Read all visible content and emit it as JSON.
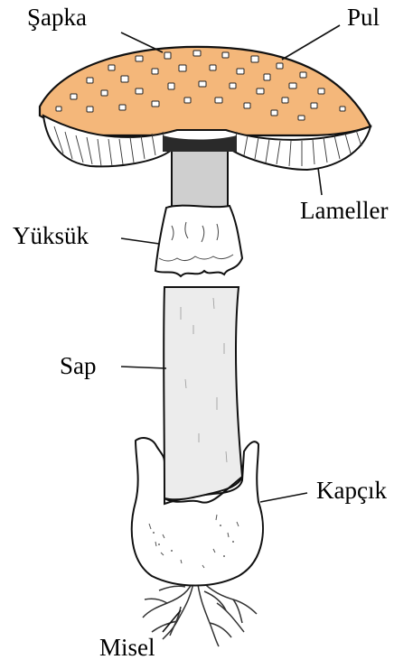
{
  "labels": {
    "sapka": "Şapka",
    "pul": "Pul",
    "lameller": "Lameller",
    "yuksuk": "Yüksük",
    "sap": "Sap",
    "kapcik": "Kapçık",
    "misel": "Misel"
  },
  "colors": {
    "cap": "#f4b77a",
    "outline": "#111111",
    "stem": "#ececec",
    "stem_upper": "#cfcfcf",
    "gills": "#ffffff",
    "gill_shadow": "#2a2a2a",
    "scale": "#ffffff",
    "background": "#ffffff"
  }
}
